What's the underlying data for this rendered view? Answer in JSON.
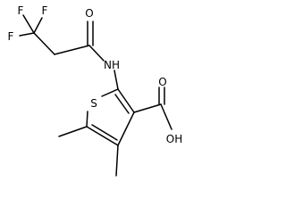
{
  "molecule": {
    "atoms": {
      "f1": "F",
      "f2": "F",
      "f3": "F",
      "o_amide": "O",
      "nh": "NH",
      "s": "S",
      "o_acid": "O",
      "oh": "OH"
    }
  }
}
